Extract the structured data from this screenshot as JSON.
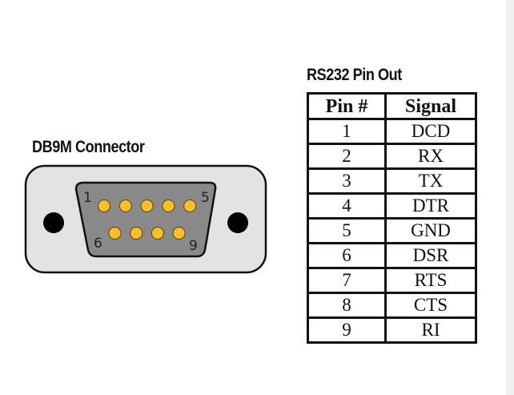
{
  "connector": {
    "title": "DB9M Connector",
    "pin_labels": {
      "first_top": "1",
      "last_top": "5",
      "first_bottom": "6",
      "last_bottom": "9"
    },
    "top_row_pins": 5,
    "bottom_row_pins": 4,
    "colors": {
      "shell": "#e3e3e3",
      "face": "#898989",
      "pin": "#f7c02a",
      "outline": "#111111",
      "mount_hole": "#000000"
    }
  },
  "pinout_table": {
    "title": "RS232 Pin Out",
    "headers": {
      "pin": "Pin #",
      "signal": "Signal"
    },
    "rows": [
      {
        "pin": "1",
        "signal": "DCD"
      },
      {
        "pin": "2",
        "signal": "RX"
      },
      {
        "pin": "3",
        "signal": "TX"
      },
      {
        "pin": "4",
        "signal": "DTR"
      },
      {
        "pin": "5",
        "signal": "GND"
      },
      {
        "pin": "6",
        "signal": "DSR"
      },
      {
        "pin": "7",
        "signal": "RTS"
      },
      {
        "pin": "8",
        "signal": "CTS"
      },
      {
        "pin": "9",
        "signal": "RI"
      }
    ]
  }
}
